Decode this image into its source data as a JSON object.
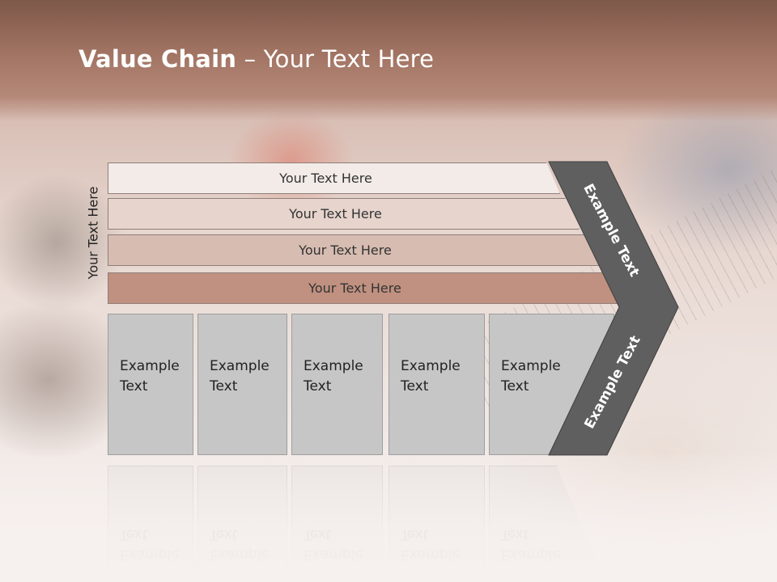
{
  "slide": {
    "title_bold": "Value Chain",
    "title_rest": " – Your Text Here",
    "vertical_label": "Your Text Here"
  },
  "rows": [
    {
      "label": "Your Text Here"
    },
    {
      "label": "Your Text Here"
    },
    {
      "label": "Your Text Here"
    },
    {
      "label": "Your Text Here"
    }
  ],
  "columns": [
    {
      "line1": "Example",
      "line2": "Text"
    },
    {
      "line1": "Example",
      "line2": "Text"
    },
    {
      "line1": "Example",
      "line2": "Text"
    },
    {
      "line1": "Example",
      "line2": "Text"
    },
    {
      "line1": "Example",
      "line2": "Text"
    }
  ],
  "chevron": {
    "top_label": "Example Text",
    "bottom_label": "Example Text",
    "color": "#5f5f5f"
  },
  "colors": {
    "header_band": "#9c6e5d",
    "row_1": "#f2ebe8",
    "row_2": "#e6d4cd",
    "row_3": "#d7bcb1",
    "row_4": "#c09180",
    "column_fill": "#c6c6c6"
  }
}
